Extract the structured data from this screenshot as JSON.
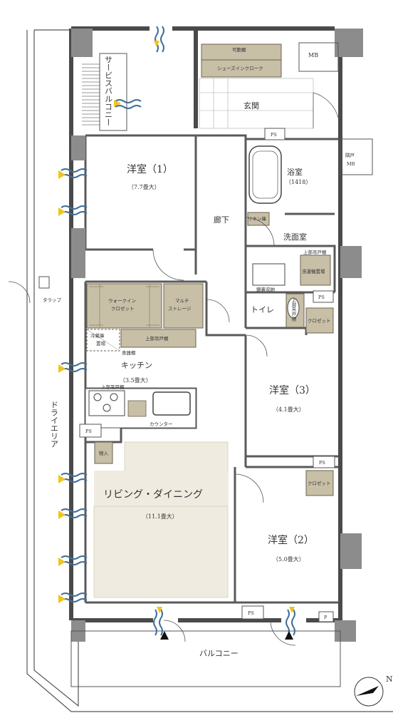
{
  "colors": {
    "wall": "#4a4a4a",
    "column": "#8c8c8c",
    "storage": "#c8bfa7",
    "ldk_floor": "#f0ebe0",
    "wind_blue": "#3f6f9a",
    "wind_yellow": "#f2c31a"
  },
  "rooms": {
    "western1": {
      "name": "洋室（1）",
      "size": "（7.7畳大）"
    },
    "western2": {
      "name": "洋室（2）",
      "size": "（5.0畳大）"
    },
    "western3": {
      "name": "洋室（3）",
      "size": "（4.1畳大）"
    },
    "kitchen": {
      "name": "キッチン",
      "size": "（3.5畳大）"
    },
    "living": {
      "name": "リビング・ダイニング",
      "size": "（11.1畳大）"
    },
    "bath": {
      "name": "浴室",
      "size": "（1418）"
    },
    "washroom": "洗面室",
    "toilet": "トイレ",
    "entrance": "玄関",
    "corridor": "廊下",
    "service_balcony": "サービスバルコニー",
    "balcony": "バルコニー",
    "dry_area": "ドライエリア"
  },
  "storage": {
    "movable_shelf": "可動棚",
    "shoes_in_closet": "シューズインクローク",
    "walk_in_closet": [
      "ウォークイン",
      "クロゼット"
    ],
    "multi_storage": [
      "マルチ",
      "ストレージ"
    ],
    "fridge_space": [
      "冷蔵庫",
      "置場"
    ],
    "upper_cabinet": "上部吊戸棚",
    "dish_shelf": "食器棚",
    "counter": "カウンター",
    "closet": "クロゼット",
    "monoire": "物入",
    "linen_shelf": "リネン庫",
    "laundry_space": "洗濯機置場",
    "washroom_storage": "鏡裏収納"
  },
  "labels": {
    "mb": "MB",
    "ps": "PS",
    "p": "P",
    "neighbor_door": "隣戸",
    "trap": "タラップ"
  }
}
